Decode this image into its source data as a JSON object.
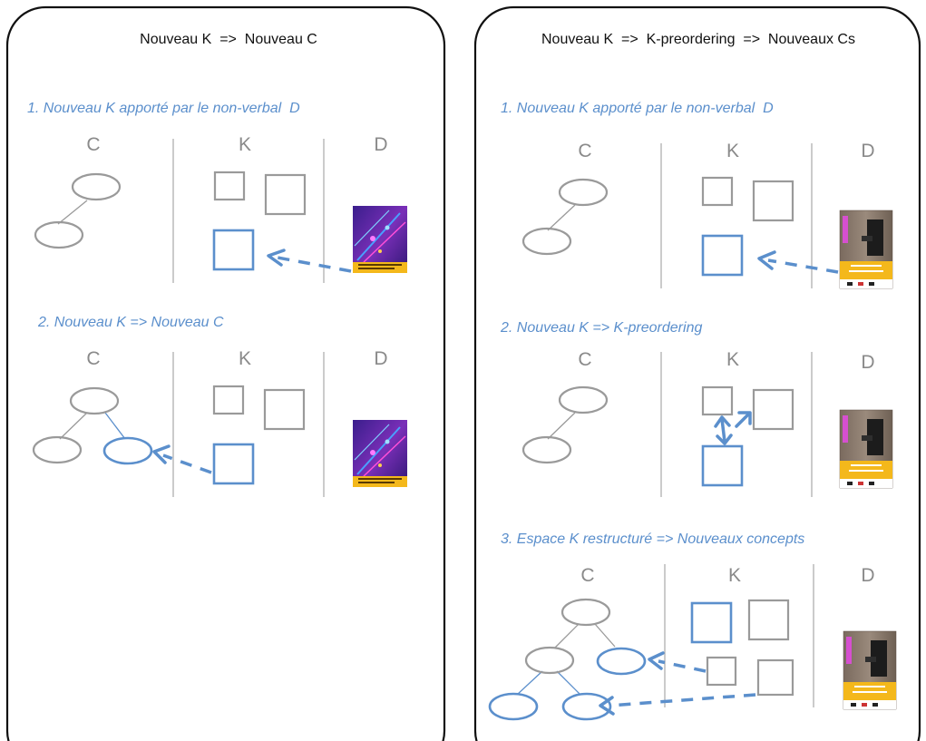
{
  "colors": {
    "accent": "#5b8fcc",
    "neutral": "#9a9a9a",
    "frame": "#111111"
  },
  "left_panel": {
    "title": "Nouveau K  =>  Nouveau C",
    "step1": {
      "label": "1. Nouveau K apporté par le non-verbal  D",
      "col_c": "C",
      "col_k": "K",
      "col_d": "D",
      "image": "purple-poster-thumbnail"
    },
    "step2": {
      "label": "2. Nouveau K => Nouveau C",
      "col_c": "C",
      "col_k": "K",
      "col_d": "D",
      "image": "purple-poster-thumbnail"
    }
  },
  "right_panel": {
    "title": "Nouveau K  =>  K-preordering  =>  Nouveaux Cs",
    "step1": {
      "label": "1. Nouveau K apporté par le non-verbal  D",
      "col_c": "C",
      "col_k": "K",
      "col_d": "D",
      "image": "piano-poster-thumbnail"
    },
    "step2": {
      "label": "2. Nouveau K => K-preordering",
      "col_c": "C",
      "col_k": "K",
      "col_d": "D",
      "image": "piano-poster-thumbnail"
    },
    "step3": {
      "label": "3. Espace K restructuré => Nouveaux concepts",
      "col_c": "C",
      "col_k": "K",
      "col_d": "D",
      "image": "piano-poster-thumbnail"
    }
  }
}
